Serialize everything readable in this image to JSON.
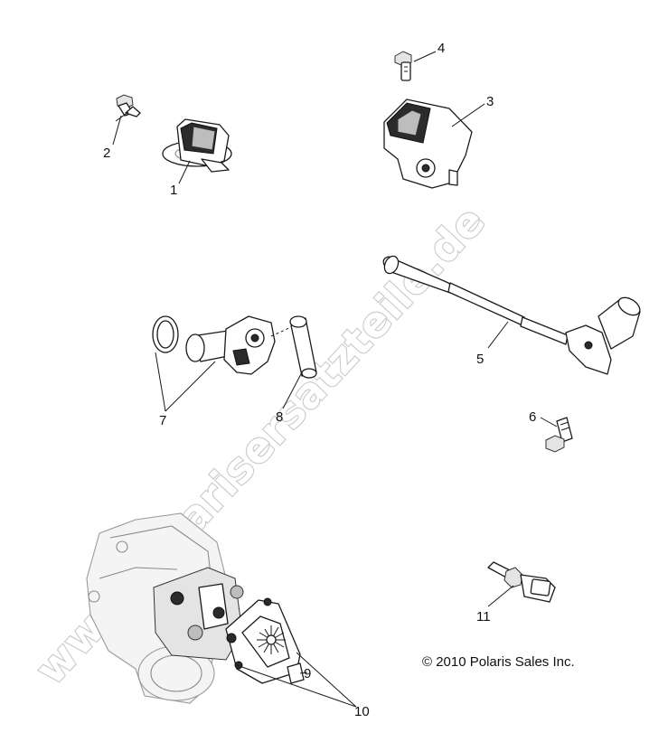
{
  "callouts": {
    "c1": "1",
    "c2": "2",
    "c3": "3",
    "c4": "4",
    "c5": "5",
    "c6": "6",
    "c7": "7",
    "c8": "8",
    "c9": "9",
    "c10": "10",
    "c11": "11"
  },
  "copyright": "© 2010 Polaris Sales Inc.",
  "watermark": "www.polarisersatzteile.de",
  "colors": {
    "line": "#1a1a1a",
    "watermark_outline": "#c9c9c9",
    "background": "#ffffff"
  }
}
